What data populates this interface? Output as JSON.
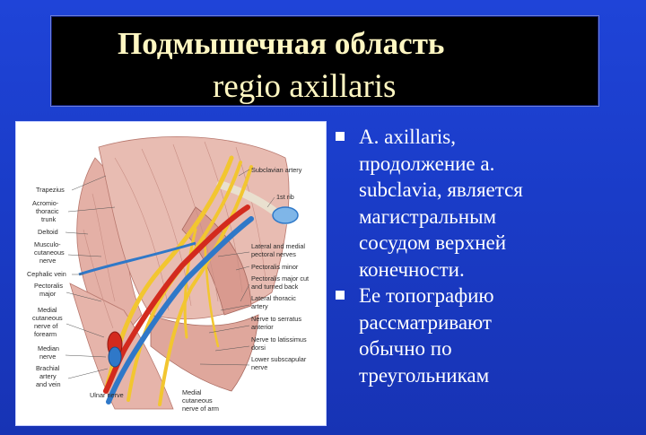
{
  "title": {
    "line1": "Подмышечная область",
    "line2": "regio axillaris"
  },
  "figure": {
    "labels": [
      "Trapezius",
      "Acromio-",
      "thoracic",
      "trunk",
      "Deltoid",
      "Musculo-",
      "cutaneous",
      "nerve",
      "Cephalic vein",
      "Pectoralis",
      "major",
      "Medial",
      "cutaneous",
      "nerve of",
      "forearm",
      "Median",
      "nerve",
      "Brachial",
      "artery",
      "and vein",
      "Ulnar nerve",
      "Subclavian artery",
      "1st rib",
      "Lateral and medial",
      "pectoral nerves",
      "Pectoralis minor",
      "Pectoralis major cut",
      "and turned back",
      "Lateral thoracic",
      "artery",
      "Nerve to serratus",
      "anterior",
      "Nerve to latissimus",
      "dorsi",
      "Lower subscapular",
      "nerve",
      "Medial",
      "cutaneous",
      "nerve of arm"
    ]
  },
  "bullets": [
    {
      "lines": [
        "A. axillaris,",
        "продолжение a.",
        "subclavia, является",
        "магистральным",
        "сосудом верхней",
        "конечности."
      ]
    },
    {
      "lines": [
        "Ее топографию",
        "рассматривают",
        "обычно по",
        "треугольникам"
      ]
    }
  ],
  "colors": {
    "background": "#1a3cc8",
    "title_text": "#fff7c2",
    "title_box": "#000000",
    "body_text": "#ffffff",
    "muscle": "#e2aaa2",
    "artery": "#d32a1e",
    "vein": "#2f78c8",
    "nerve": "#f2c630"
  }
}
